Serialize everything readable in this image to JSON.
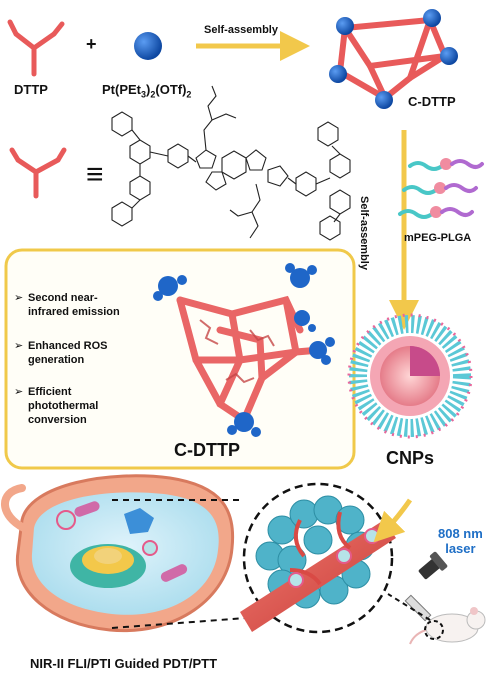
{
  "top_row": {
    "dttp_label": "DTTP",
    "plus": "+",
    "pt_label": "Pt(PEt",
    "pt_sub1": "3",
    "pt_mid": ")",
    "pt_sub2": "2",
    "pt_mid2": "(OTf)",
    "pt_sub3": "2",
    "arrow_label": "Self-assembly",
    "cdttp_label": "C-DTTP"
  },
  "structure_row": {
    "equiv_symbol": "≡"
  },
  "side_flow": {
    "vertical_arrow_label": "Self-assembly",
    "polymer_label": "mPEG-PLGA"
  },
  "features_box": {
    "items": [
      {
        "line1": "Second near-",
        "line2": "infrared emission",
        "line3": ""
      },
      {
        "line1": "Enhanced ROS",
        "line2": "generation",
        "line3": ""
      },
      {
        "line1": "Efficient",
        "line2": "photothermal",
        "line3": "conversion"
      }
    ],
    "bullet": "➢",
    "caption": "C-DTTP"
  },
  "nanoparticle": {
    "label": "CNPs"
  },
  "bottom": {
    "laser_line1": "808 nm",
    "laser_line2": "laser",
    "caption": "NIR-II FLI/PTI Guided PDT/PTT"
  },
  "colors": {
    "ligand": "#e85a5a",
    "pt_node": "#1565c0",
    "arrow": "#f2c84b",
    "box_border": "#f0c94a",
    "shell": "#5bc8d6",
    "tumor": "#4fb3c9",
    "vessel": "#d94a45",
    "cell": "#f2a78a"
  }
}
